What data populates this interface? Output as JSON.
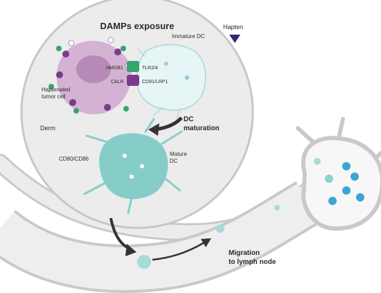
{
  "title": "DAMPs exposure",
  "legend": {
    "hapten": "Hapten"
  },
  "labels": {
    "immature_dc": "Immature DC",
    "hmgb1": "HMGB1",
    "tlr": "TLR2/4",
    "calr": "CALR",
    "cd91": "CD91/LRP1",
    "tumor_line1": "Haptenated",
    "tumor_line2": "tumor cell",
    "derm": "Derm",
    "dc_mat_line1": "DC",
    "dc_mat_line2": "maturation",
    "cd80": "CD80/CD86",
    "mature_line1": "Mature",
    "mature_line2": "DC",
    "migration_line1": "Migration",
    "migration_line2": "to lymph node"
  },
  "colors": {
    "circle_fill": "#ececec",
    "tumor_fill": "#d3b2d3",
    "nucleus": "#b68ab6",
    "dc_fill": "#e6f5f6",
    "mature_fill": "#86cdca",
    "hapten": "#2b2a6b",
    "hmgb1_green": "#34a56f",
    "calr_purple": "#7c3a8c",
    "vessel": "#e4e4e4",
    "node_cell": "#3ba6d4"
  }
}
